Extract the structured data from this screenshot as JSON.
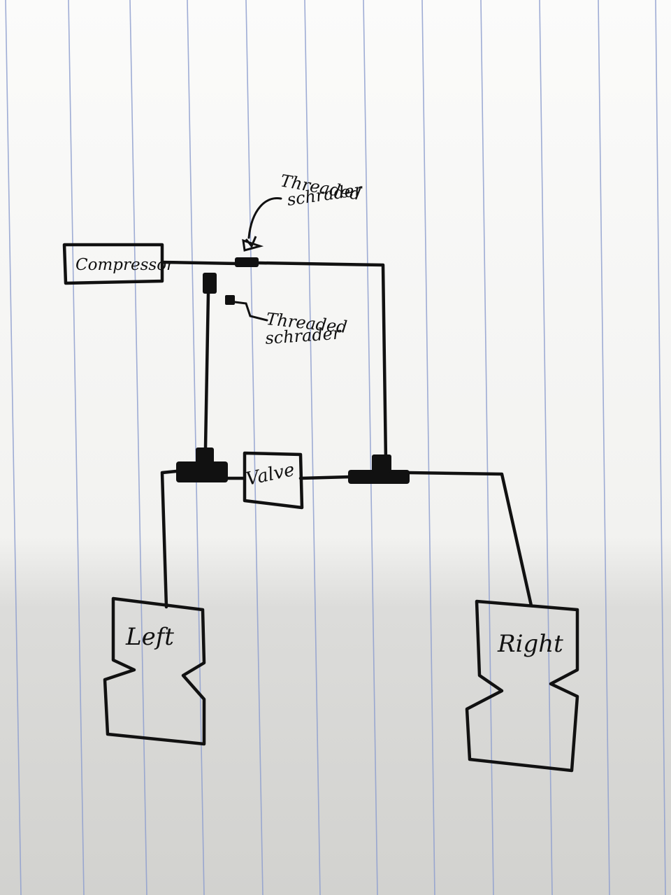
{
  "diagram": {
    "components": {
      "compressor": "Compressor",
      "valve": "Valve",
      "left": "Left",
      "right": "Right"
    },
    "annotations": {
      "top_schrader_line1": "Threaded",
      "top_schrader_line2": "schrader",
      "lower_schrader_line1": "Threaded",
      "lower_schrader_line2": "schrader"
    }
  },
  "colors": {
    "paper": "#f4f4f3",
    "ruled_lines": "#8f9fcf",
    "ink": "#111111",
    "shadow": "#cfcfcc"
  }
}
